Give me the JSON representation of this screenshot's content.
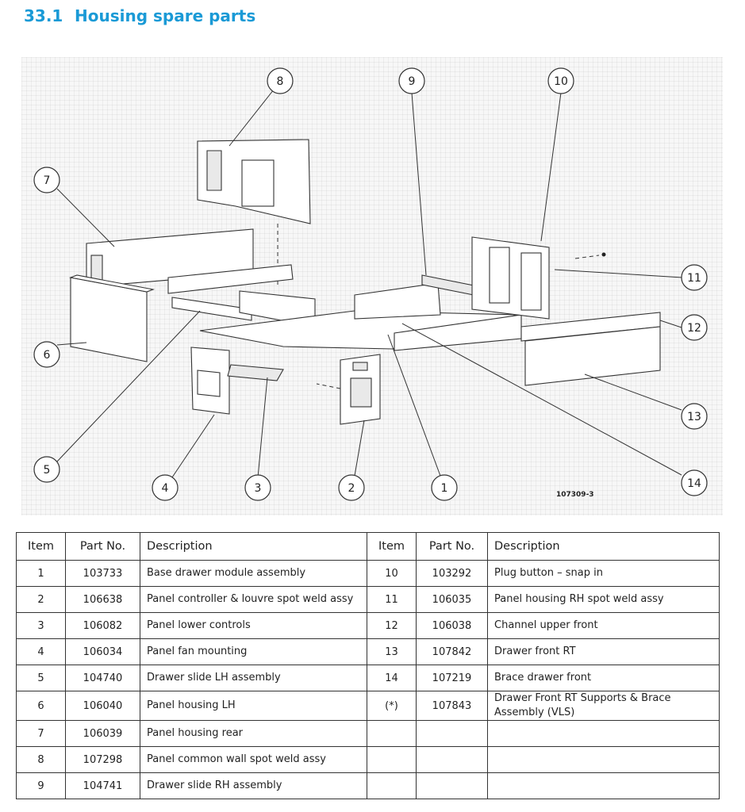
{
  "heading": {
    "number": "33.1",
    "title": "Housing spare parts"
  },
  "diagram": {
    "drawing_number": "107309-3",
    "callouts": [
      "1",
      "2",
      "3",
      "4",
      "5",
      "6",
      "7",
      "8",
      "9",
      "10",
      "11",
      "12",
      "13",
      "14"
    ]
  },
  "table": {
    "headers": {
      "item": "Item",
      "part_no": "Part No.",
      "description": "Description"
    },
    "left": [
      {
        "item": "1",
        "part_no": "103733",
        "description": "Base drawer module assembly"
      },
      {
        "item": "2",
        "part_no": "106638",
        "description": "Panel controller & louvre spot weld assy"
      },
      {
        "item": "3",
        "part_no": "106082",
        "description": "Panel lower controls"
      },
      {
        "item": "4",
        "part_no": "106034",
        "description": "Panel fan mounting"
      },
      {
        "item": "5",
        "part_no": "104740",
        "description": "Drawer slide LH assembly"
      },
      {
        "item": "6",
        "part_no": "106040",
        "description": "Panel housing LH"
      },
      {
        "item": "7",
        "part_no": "106039",
        "description": "Panel housing rear"
      },
      {
        "item": "8",
        "part_no": "107298",
        "description": "Panel common wall spot weld assy"
      },
      {
        "item": "9",
        "part_no": "104741",
        "description": "Drawer slide RH assembly"
      }
    ],
    "right": [
      {
        "item": "10",
        "part_no": "103292",
        "description": "Plug button – snap in"
      },
      {
        "item": "11",
        "part_no": "106035",
        "description": "Panel housing RH spot weld assy"
      },
      {
        "item": "12",
        "part_no": "106038",
        "description": "Channel upper front"
      },
      {
        "item": "13",
        "part_no": "107842",
        "description": "Drawer front RT"
      },
      {
        "item": "14",
        "part_no": "107219",
        "description": "Brace drawer front"
      },
      {
        "item": "(*)",
        "part_no": "107843",
        "description": "Drawer Front RT Supports & Brace Assembly (VLS)"
      },
      {
        "item": "",
        "part_no": "",
        "description": ""
      },
      {
        "item": "",
        "part_no": "",
        "description": ""
      },
      {
        "item": "",
        "part_no": "",
        "description": ""
      }
    ]
  }
}
